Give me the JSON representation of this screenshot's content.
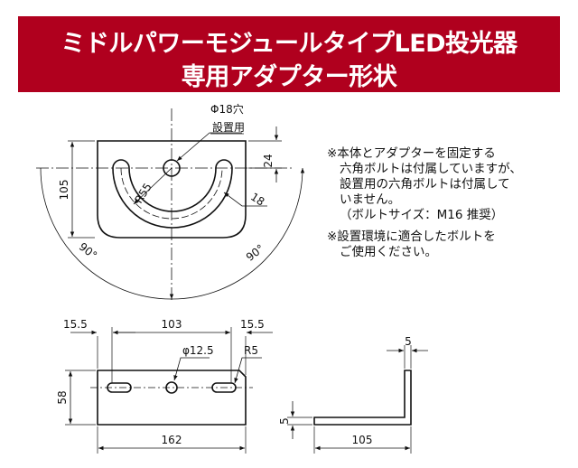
{
  "header": {
    "title_line1": "ミドルパワーモジュールタイプLED投光器",
    "title_line2": "専用アダプター形状",
    "bg_color": "#b0001e",
    "text_color": "#ffffff"
  },
  "top_view": {
    "hole_label": "Φ18穴",
    "hole_sub_label": "設置用",
    "dim_24": "24",
    "dim_105": "105",
    "dim_r55": "R55",
    "dim_18": "18",
    "angle_left": "90°",
    "angle_right": "90°"
  },
  "notes": {
    "note1_lines": [
      "※本体とアダプターを固定する",
      "六角ボルトは付属していますが、",
      "設置用の六角ボルトは付属して",
      "いません。",
      "（ボルトサイズ：M16 推奨）"
    ],
    "note2_lines": [
      "※設置環境に適合したボルトを",
      "ご使用ください。"
    ]
  },
  "front_view": {
    "dim_left_155": "15.5",
    "dim_center_103": "103",
    "dim_right_155": "15.5",
    "dim_hole": "φ12.5",
    "dim_r5": "R5",
    "dim_height_58": "58",
    "dim_width_162": "162"
  },
  "side_view": {
    "dim_top_5": "5",
    "dim_left_5": "5",
    "dim_width_105": "105"
  }
}
